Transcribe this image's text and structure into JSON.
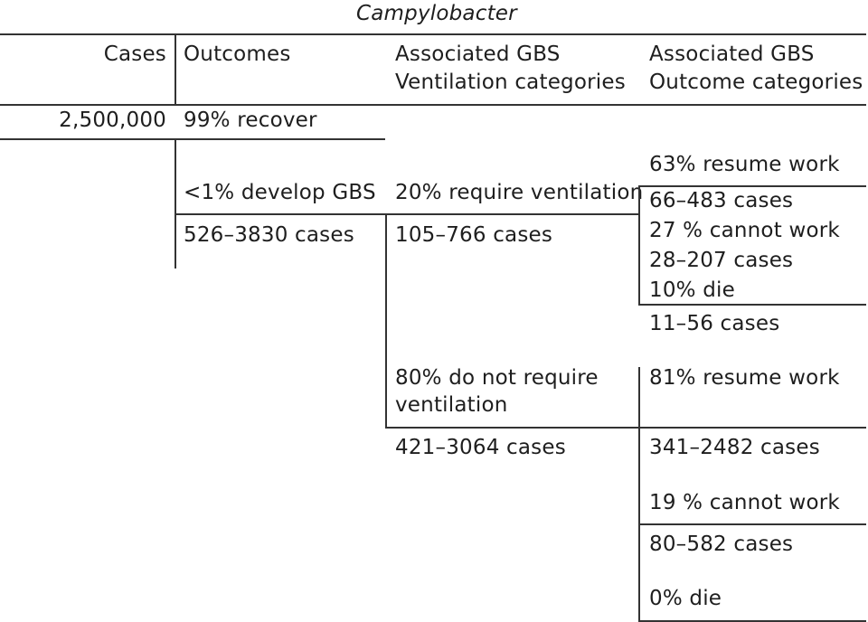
{
  "title": "Campylobacter",
  "headers": {
    "cases": "Cases",
    "outcomes": "Outcomes",
    "ventilation_line1": "Associated GBS",
    "ventilation_line2": "Ventilation categories",
    "outcome_line1": "Associated GBS",
    "outcome_line2": "Outcome categories"
  },
  "root": {
    "cases": "2,500,000"
  },
  "outcomes": {
    "recover": "99% recover",
    "gbs": "<1% develop GBS",
    "gbs_cases": "526–3830 cases"
  },
  "ventilation": {
    "require": "20% require ventilation",
    "require_cases": "105–766 cases",
    "no_require_line1": "80% do not require",
    "no_require_line2": "ventilation",
    "no_require_cases": "421–3064 cases"
  },
  "outcome_categories": {
    "vent": {
      "resume": "63% resume work",
      "resume_cases": "66–483 cases",
      "cannot": "27 % cannot work",
      "cannot_cases": "28–207 cases",
      "die": "10% die",
      "die_cases": "11–56 cases"
    },
    "novent": {
      "resume": "81% resume  work",
      "resume_cases": "341–2482 cases",
      "cannot": "19 % cannot work",
      "cannot_cases": "80–582 cases",
      "die": "0% die"
    }
  }
}
